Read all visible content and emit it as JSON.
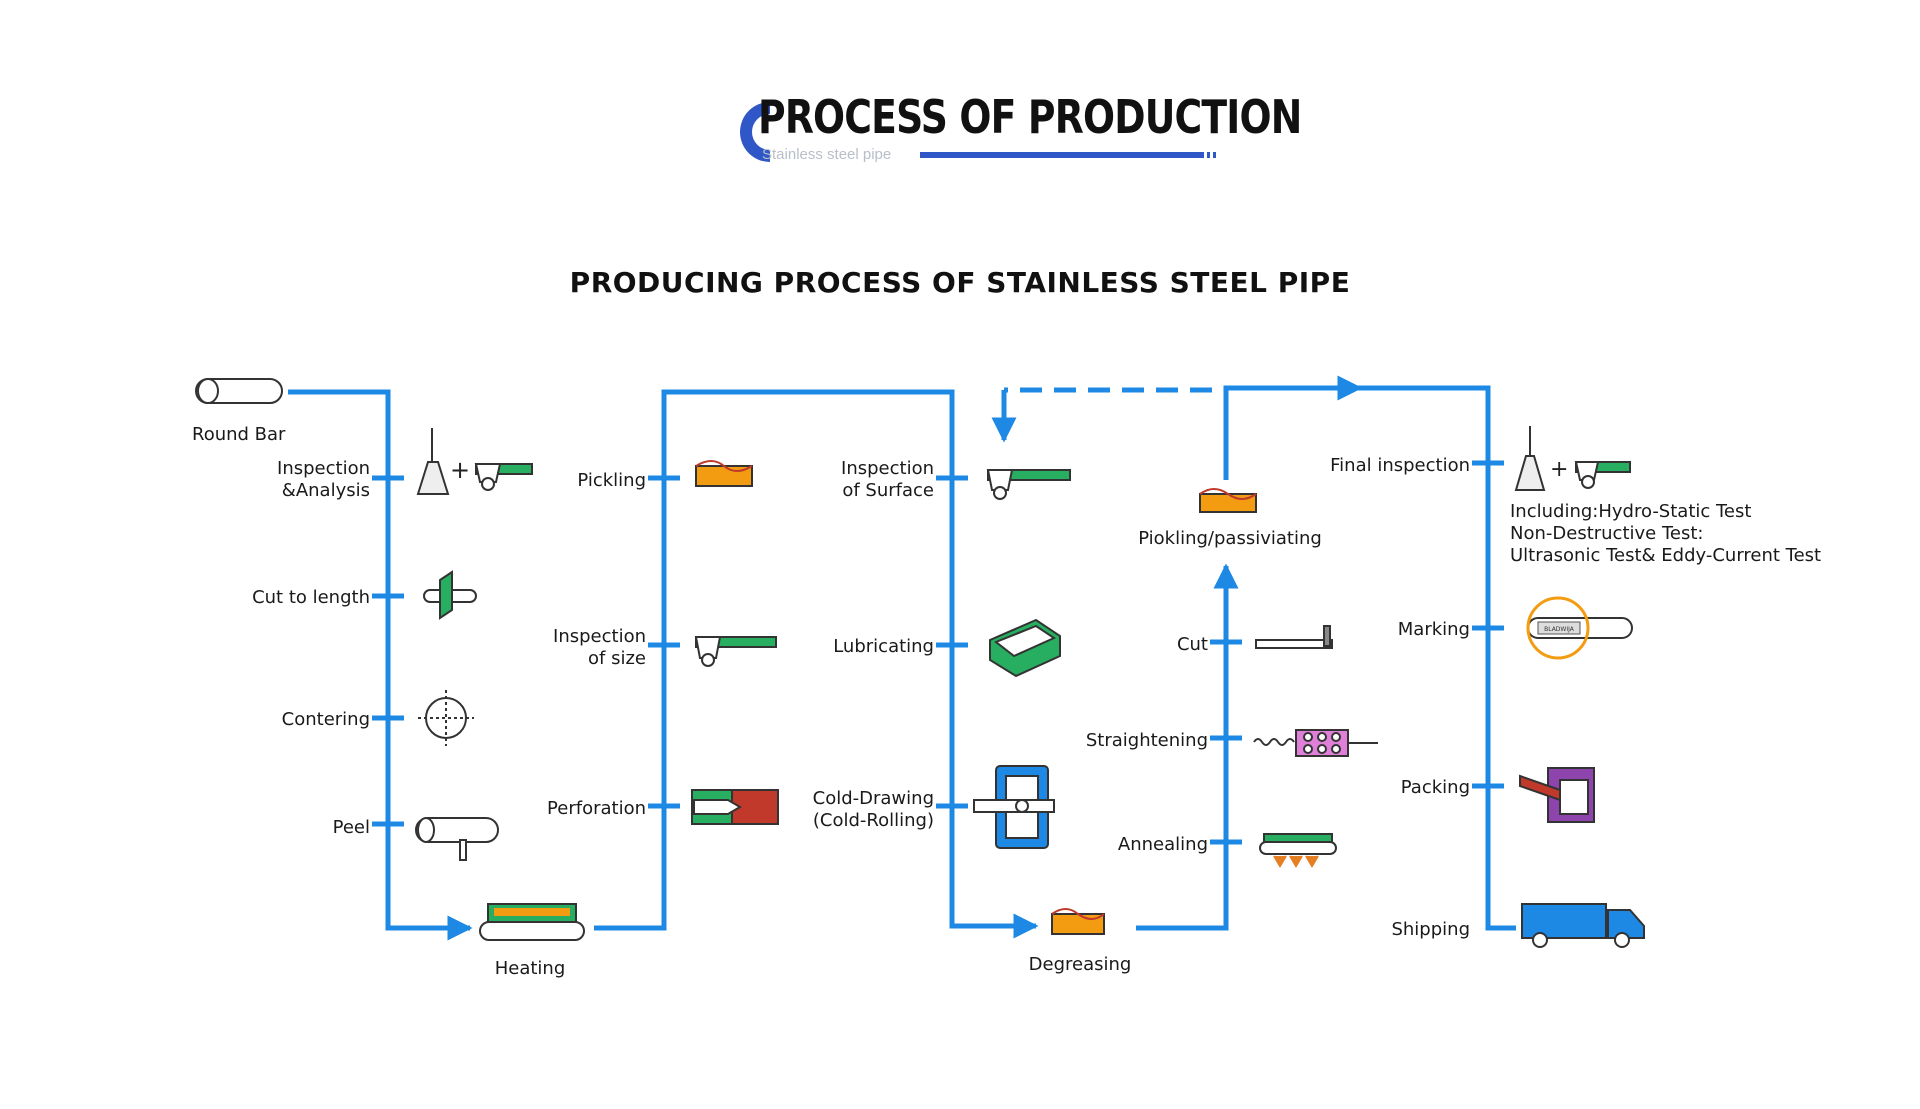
{
  "header": {
    "title": "PROCESS OF PRODUCTION",
    "subtitle": "Stainless steel pipe"
  },
  "diagram": {
    "title": "PRODUCING PROCESS OF STAINLESS STEEL PIPE",
    "steps": {
      "round_bar": "Round Bar",
      "inspection_analysis_1": "Inspection",
      "inspection_analysis_2": "&Analysis",
      "cut_to_length": "Cut to length",
      "contering": "Contering",
      "peel": "Peel",
      "heating": "Heating",
      "pickling": "Pickling",
      "inspection_size_1": "Inspection",
      "inspection_size_2": "of size",
      "perforation": "Perforation",
      "inspection_surface_1": "Inspection",
      "inspection_surface_2": "of Surface",
      "lubricating": "Lubricating",
      "cold_drawing_1": "Cold-Drawing",
      "cold_drawing_2": "(Cold-Rolling)",
      "degreasing": "Degreasing",
      "annealing": "Annealing",
      "straightening": "Straightening",
      "cut": "Cut",
      "pickling_passivating": "Piokling/passiviating",
      "final_inspection": "Final inspection",
      "final_note_1": "Including:Hydro-Static Test",
      "final_note_2": "Non-Destructive Test:",
      "final_note_3": "Ultrasonic Test& Eddy-Current Test",
      "marking": "Marking",
      "packing": "Packing",
      "shipping": "Shipping"
    },
    "plus_sign": "+",
    "marking_tag": "BLADWIJA",
    "colors": {
      "flow_line": "#1e88e5",
      "header_blue": "#2f57c8",
      "icon_green": "#27ae60",
      "icon_orange": "#f39c12",
      "icon_red": "#c0392b",
      "icon_pink": "#e07fd8"
    }
  }
}
